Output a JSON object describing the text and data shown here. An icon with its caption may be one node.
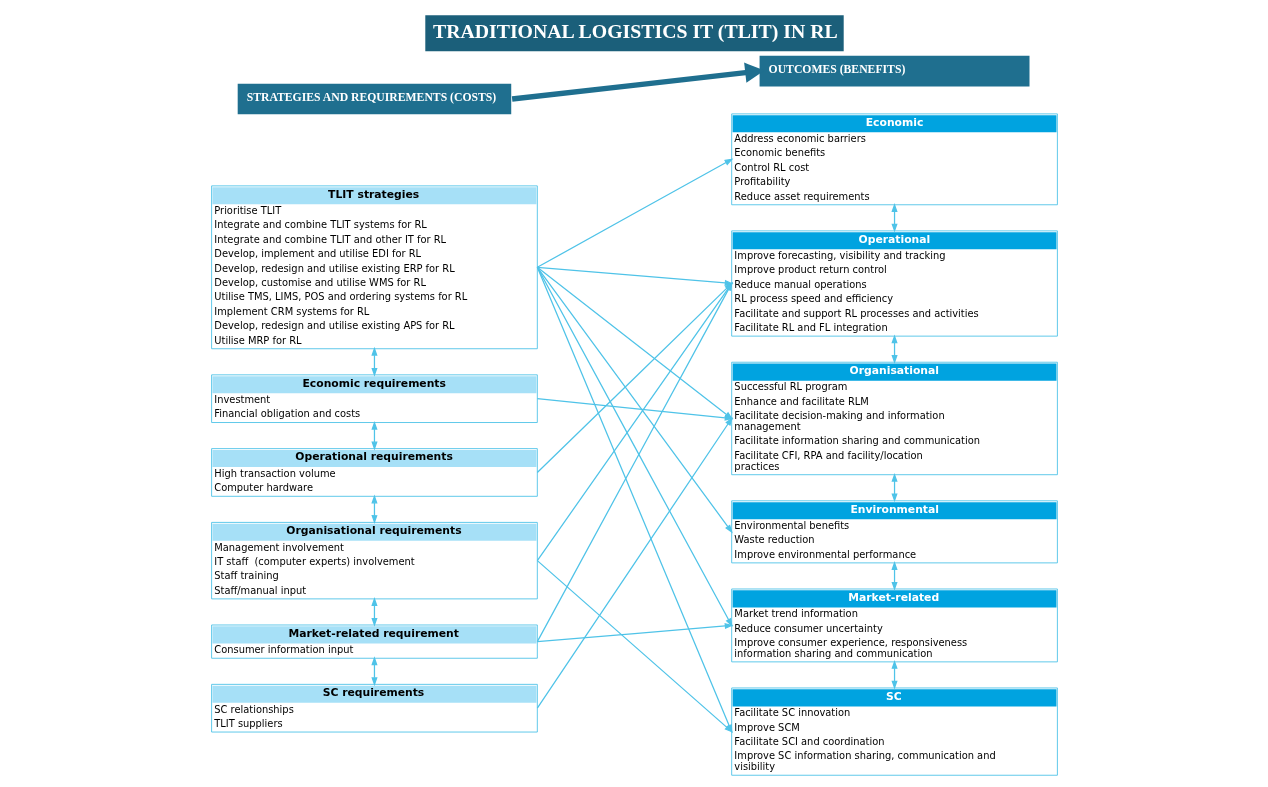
{
  "diagram": {
    "title": "TRADITIONAL LOGISTICS IT (TLIT) IN RL",
    "nodes": [
      {
        "text": [
          "STRATEGIES AND REQUIREMENTS (COSTS)"
        ]
      },
      {
        "text": [
          "OUTCOMES (BENEFITS)"
        ]
      },
      {
        "text": [
          "TLIT strategies",
          "Prioritise TLIT",
          "Integrate and combine TLIT systems for RL",
          "Integrate and combine TLIT and other IT for RL",
          "Develop, implement and utilise EDI for RL",
          "Develop, redesign and utilise existing ERP for RL",
          "Develop, customise and utilise WMS for RL",
          "Utilise TMS, LIMS, POS and ordering systems for RL",
          "Implement CRM systems for RL",
          "Develop, redesign and utilise existing APS for RL",
          "Utilise MRP for RL"
        ]
      },
      {
        "text": [
          "Economic requirements",
          "Investment",
          "Financial obligation and costs"
        ]
      },
      {
        "text": [
          "Operational requirements",
          "High transaction volume",
          "Computer hardware"
        ]
      },
      {
        "text": [
          "Organisational requirements",
          "Management involvement",
          "IT staff  (computer experts) involvement",
          "Staff training",
          "Staff/manual input"
        ]
      },
      {
        "text": [
          "Market-related requirement",
          "Consumer information input"
        ]
      },
      {
        "text": [
          "SC requirements",
          "SC relationships",
          "TLIT suppliers"
        ]
      },
      {
        "text": [
          "Economic",
          "Address economic barriers",
          "Economic benefits",
          "Control RL cost",
          "Profitability",
          "Reduce asset requirements"
        ]
      },
      {
        "text": [
          "Operational",
          "Improve forecasting, visibility and tracking",
          "Improve product return control",
          "Reduce manual operations",
          "RL process speed and efficiency",
          "Facilitate and support RL processes and activities",
          "Facilitate RL and FL integration"
        ]
      },
      {
        "text": [
          "Organisational",
          "Successful RL program",
          "Enhance and facilitate RLM",
          "Facilitate decision-making and information management",
          "Facilitate information sharing and communication",
          "Facilitate CFI, RPA and facility/location practices"
        ]
      },
      {
        "text": [
          "Environmental",
          "Environmental benefits",
          "Waste reduction",
          "Improve environmental performance"
        ]
      },
      {
        "text": [
          "Market-related",
          "Market trend information",
          "Reduce consumer uncertainty",
          "Improve consumer experience, responsiveness information sharing and communication"
        ]
      },
      {
        "text": [
          "SC",
          "Facilitate SC innovation",
          "Improve SCM",
          "Facilitate SCI and coordination",
          "Improve SC information sharing, communication and visibility"
        ]
      }
    ],
    "edges": [
      {
        "from": 0,
        "to": 1,
        "arrow": "to",
        "style": "thick",
        "color": "#1f6f8f"
      },
      {
        "from": 2,
        "to": 3,
        "arrow": "both"
      },
      {
        "from": 3,
        "to": 4,
        "arrow": "both"
      },
      {
        "from": 4,
        "to": 5,
        "arrow": "both"
      },
      {
        "from": 5,
        "to": 6,
        "arrow": "both"
      },
      {
        "from": 6,
        "to": 7,
        "arrow": "both"
      },
      {
        "from": 2,
        "to": 8,
        "arrow": "to"
      },
      {
        "from": 2,
        "to": 9,
        "arrow": "to"
      },
      {
        "from": 2,
        "to": 10,
        "arrow": "to"
      },
      {
        "from": 2,
        "to": 11,
        "arrow": "to"
      },
      {
        "from": 2,
        "to": 12,
        "arrow": "to"
      },
      {
        "from": 2,
        "to": 13,
        "arrow": "to"
      },
      {
        "from": 3,
        "to": 10,
        "arrow": "to"
      },
      {
        "from": 4,
        "to": 9,
        "arrow": "to"
      },
      {
        "from": 5,
        "to": 9,
        "arrow": "to"
      },
      {
        "from": 5,
        "to": 13,
        "arrow": "to"
      },
      {
        "from": 6,
        "to": 9,
        "arrow": "to"
      },
      {
        "from": 6,
        "to": 12,
        "arrow": "to"
      },
      {
        "from": 7,
        "to": 10,
        "arrow": "to"
      },
      {
        "from": 8,
        "to": 9,
        "arrow": "both"
      },
      {
        "from": 9,
        "to": 10,
        "arrow": "both"
      },
      {
        "from": 10,
        "to": 11,
        "arrow": "both"
      },
      {
        "from": 11,
        "to": 12,
        "arrow": "both"
      },
      {
        "from": 12,
        "to": 13,
        "arrow": "both"
      }
    ]
  }
}
